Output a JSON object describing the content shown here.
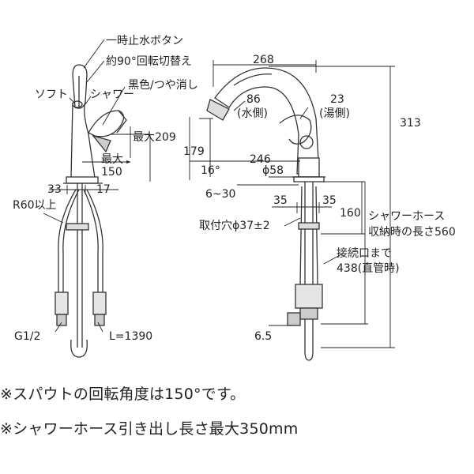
{
  "left_view": {
    "stop_button": "一時止水ボタン",
    "rotate_switch": "約90°回転切替え",
    "mode_soft": "ソフト",
    "mode_shower": "シャワー",
    "finish": "黒色/つや消し",
    "max_209": "最大209",
    "max_label": "最大",
    "dim_150": "150",
    "dim_33": "33",
    "dim_17": "17",
    "bend_radius": "R60以上",
    "thread": "G1/2",
    "hose_length": "L=1390"
  },
  "right_view": {
    "dim_268": "268",
    "dim_86": "86",
    "water_cold": "(水側)",
    "dim_23": "23",
    "water_hot": "(湯側)",
    "dim_313": "313",
    "dim_179": "179",
    "dim_246": "246",
    "angle_16": "16°",
    "dia_58": "ϕ58",
    "range_6_30": "6~30",
    "dim_35a": "35",
    "dim_35b": "35",
    "dim_160": "160",
    "mount_hole": "取付穴ϕ37±2",
    "shower_hose_1": "シャワーホース",
    "shower_hose_2": "収納時の長さ560",
    "conn_1": "接続口まで",
    "conn_2": "438(直管時)",
    "dim_6_5": "6.5"
  },
  "notes": [
    "※スパウトの回転角度は150°です。",
    "※シャワーホース引き出し長さ最大350mm"
  ]
}
